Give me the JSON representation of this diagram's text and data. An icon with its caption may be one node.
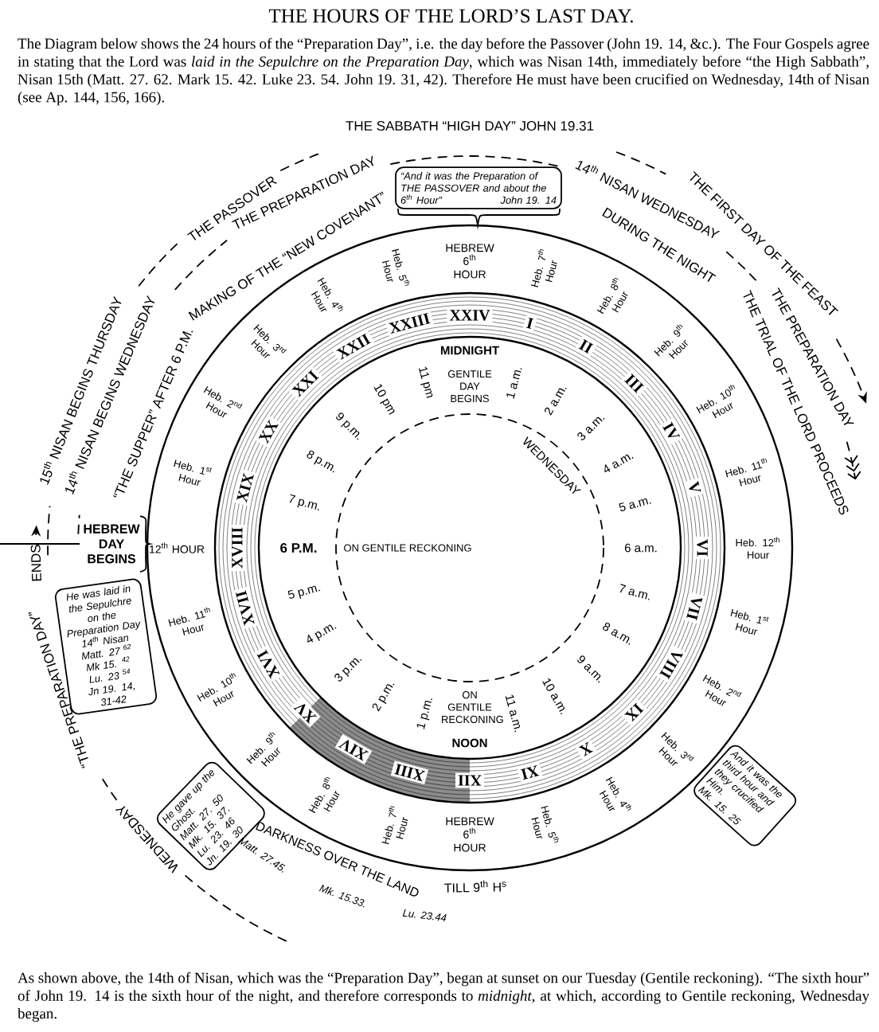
{
  "diagram": {
    "title": "THE HOURS OF THE LORD’S LAST DAY.",
    "caption": "As shown above, the 14th of Nisan, which was the “Preparation Day”, began at sunset on our Tuesday (Gentile reckoning). “The sixth hour” of John 19. 14 is the sixth hour of the night, and therefore corresponds to *midnight*, at which, according to Gentile reckoning, Wednesday began.",
    "nodes": [
      {
        "text": [
          "“And it was the Preparation of THE PASSOVER and about the 6$^{th}$ Hour”",
          "John 19. 14"
        ]
      },
      {
        "text": [
          "He was laid in the Sepulchre on the Preparation Day",
          "14$^{th}$ Nisan",
          "Matt. 27 $^{62}$",
          "Mk 15. $^{42}$",
          "Lu. 23 $^{54}$",
          "Jn 19. 14, 31-42"
        ]
      },
      {
        "text": [
          "He gave up the Ghost.",
          "Matt. 27. 50",
          "Mk. 15. 37. Lu. 23. 46",
          "Jn. 19. 30"
        ]
      },
      {
        "text": [
          "And it was the third hour and they crucified Him.",
          "Mk. 15. 25"
        ]
      }
    ],
    "labels": [
      "The Diagram below shows the 24 hours of the “Preparation Day”, i.e. the day before the Passover (John 19. 14, &c.). The Four Gospels agree in stating that the Lord was *laid in the Sepulchre on the Preparation Day*, which was Nisan 14th, immediately before “the High Sabbath”, Nisan 15th (Matt. 27. 62. Mark 15. 42. Luke 23. 54. John 19. 31, 42). Therefore He must have been crucified on Wednesday, 14th of Nisan (see Ap. 144, 156, 166).",
      "15$^{th}$ NISAN BEGINS THURSDAY",
      "THE PASSOVER",
      "THE SABBATH “HIGH DAY” JOHN 19.31",
      "THE FIRST DAY OF THE FEAST",
      "14$^{th}$ NISAN BEGINS WEDNESDAY",
      "THE PREPARATION DAY",
      "14$^{th}$ NISAN WEDNESDAY",
      "THE PREPARATION DAY",
      "“THE SUPPER” AFTER 6 P.M.",
      "MAKING OF THE “NEW COVENANT”",
      "DURING THE NIGHT",
      "THE TRIAL OF THE LORD PROCEEDS",
      "HEBREW DAY BEGINS",
      "WEDNESDAY",
      "“THE PREPARATION DAY”",
      "ENDS",
      "Heb. 1$^{st}$ Hour",
      "Heb. 2$^{nd}$ Hour",
      "Heb. 3$^{rd}$ Hour",
      "Heb. 4$^{th}$ Hour",
      "Heb. 5$^{th}$ Hour",
      "HEBREW 6$^{th}$ HOUR",
      "Heb. 7$^{th}$ Hour",
      "Heb. 8$^{th}$ Hour",
      "Heb. 9$^{th}$ Hour",
      "Heb. 10$^{th}$ Hour",
      "Heb. 11$^{th}$ Hour",
      "Heb. 12$^{th}$ Hour",
      "Heb. 1$^{st}$ Hour",
      "Heb. 2$^{nd}$ Hour",
      "Heb. 3$^{rd}$ Hour",
      "Heb. 4$^{th}$ Hour",
      "Heb. 5$^{th}$ Hour",
      "HEBREW 6$^{th}$ HOUR",
      "Heb. 7$^{th}$ Hour",
      "Heb. 8$^{th}$ Hour",
      "Heb. 9$^{th}$ Hour",
      "Heb. 10$^{th}$ Hour",
      "Heb. 11$^{th}$ Hour",
      "12$^{th}$ HOUR",
      "MIDNIGHT",
      "GENTILE DAY BEGINS",
      "1 a.m.",
      "2 a.m.",
      "3 a.m.",
      "4 a.m.",
      "5 a.m.",
      "6 a.m.",
      "7 a.m.",
      "8 a.m.",
      "9 a.m.",
      "10 a.m.",
      "11 a.m.",
      "ON GENTILE RECKONING",
      "NOON",
      "1 p.m.",
      "2 p.m.",
      "3 p.m.",
      "4 p.m.",
      "5 p.m.",
      "6 P.M.",
      "7 p.m.",
      "8 p.m.",
      "9 p.m.",
      "10 pm",
      "11 pm",
      "ON GENTILE RECKONING",
      "WEDNESDAY",
      "I",
      "II",
      "III",
      "IV",
      "V",
      "VI",
      "VII",
      "VIII",
      "IX",
      "X",
      "XI",
      "XII",
      "XIII",
      "XIV",
      "XV",
      "XVI",
      "XVII",
      "XVIII",
      "XIX",
      "XX",
      "XXI",
      "XXII",
      "XXIII",
      "XXIV",
      "DARKNESS OVER THE LAND",
      "TILL 9$^{th}$ H$^{s}$",
      "Matt. 27.45.",
      "Mk. 15.33.",
      "Lu. 23.44"
    ]
  }
}
